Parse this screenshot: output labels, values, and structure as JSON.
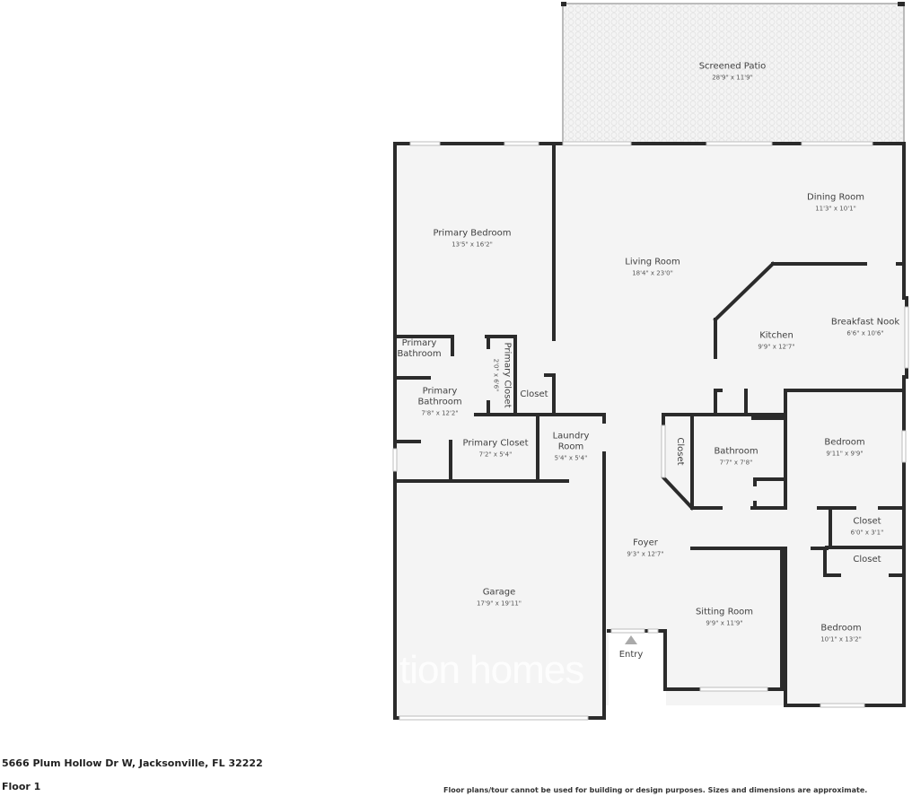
{
  "plan": {
    "address": "5666 Plum Hollow Dr W, Jacksonville, FL 32222",
    "floor": "Floor 1",
    "disclaimer": "Floor plans/tour cannot be used for building or design purposes. Sizes and dimensions are approximate.",
    "watermark": "tion homes",
    "colors": {
      "wall": "#2b2b2b",
      "floor": "#f4f4f4",
      "patio_floor": "#f1f1f1",
      "window": "#ffffff",
      "entry_marker": "#aaaaaa"
    }
  },
  "rooms": {
    "screened_patio": {
      "name": "Screened Patio",
      "dim": "28'9\" x 11'9\""
    },
    "dining_room": {
      "name": "Dining Room",
      "dim": "11'3\" x 10'1\""
    },
    "primary_bedroom": {
      "name": "Primary Bedroom",
      "dim": "13'5\" x 16'2\""
    },
    "living_room": {
      "name": "Living Room",
      "dim": "18'4\" x 23'0\""
    },
    "kitchen": {
      "name": "Kitchen",
      "dim": "9'9\" x 12'7\""
    },
    "breakfast_nook": {
      "name": "Breakfast Nook",
      "dim": "6'6\" x 10'6\""
    },
    "primary_bathroom_small": {
      "name": "Primary Bathroom"
    },
    "primary_closet_narrow": {
      "name": "Primary Closet",
      "dim": "2'0\" x 6'6\""
    },
    "closet_center": {
      "name": "Closet"
    },
    "primary_bathroom": {
      "name": "Primary Bathroom",
      "dim": "7'8\" x 12'2\""
    },
    "primary_closet": {
      "name": "Primary Closet",
      "dim": "7'2\" x 5'4\""
    },
    "laundry_room": {
      "name": "Laundry Room",
      "dim": "5'4\" x 5'4\""
    },
    "closet_hall": {
      "name": "Closet"
    },
    "bathroom": {
      "name": "Bathroom",
      "dim": "7'7\" x 7'8\""
    },
    "bedroom_1": {
      "name": "Bedroom",
      "dim": "9'11\" x 9'9\""
    },
    "closet_1": {
      "name": "Closet",
      "dim": "6'0\" x 3'1\""
    },
    "closet_2": {
      "name": "Closet"
    },
    "foyer": {
      "name": "Foyer",
      "dim": "9'3\" x 12'7\""
    },
    "garage": {
      "name": "Garage",
      "dim": "17'9\" x 19'11\""
    },
    "sitting_room": {
      "name": "Sitting Room",
      "dim": "9'9\" x 11'9\""
    },
    "bedroom_2": {
      "name": "Bedroom",
      "dim": "10'1\" x 13'2\""
    },
    "entry": {
      "name": "Entry"
    }
  }
}
